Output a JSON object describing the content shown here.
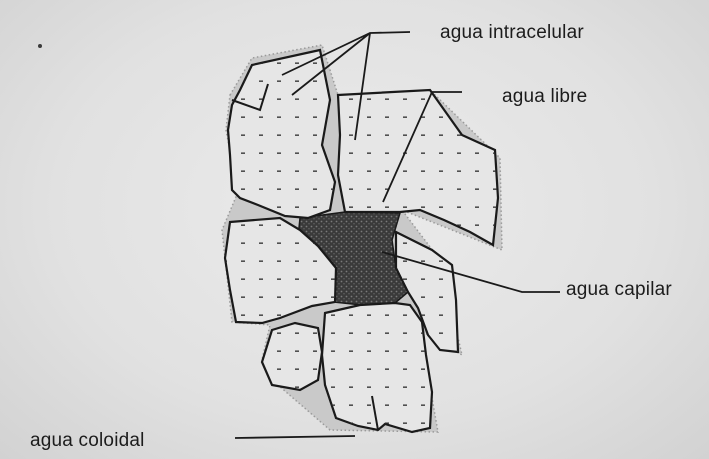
{
  "diagram": {
    "labels": {
      "intracellular": "agua intracelular",
      "free": "agua libre",
      "capillary": "agua capilar",
      "colloidal": "agua coloidal"
    },
    "colors": {
      "background": "#e4e4e4",
      "ink": "#1c1c1c",
      "cell_fill": "#e6e6e6",
      "capillary_fill": "#3a3a3a",
      "colloidal_film": "#b8b8b8"
    }
  }
}
